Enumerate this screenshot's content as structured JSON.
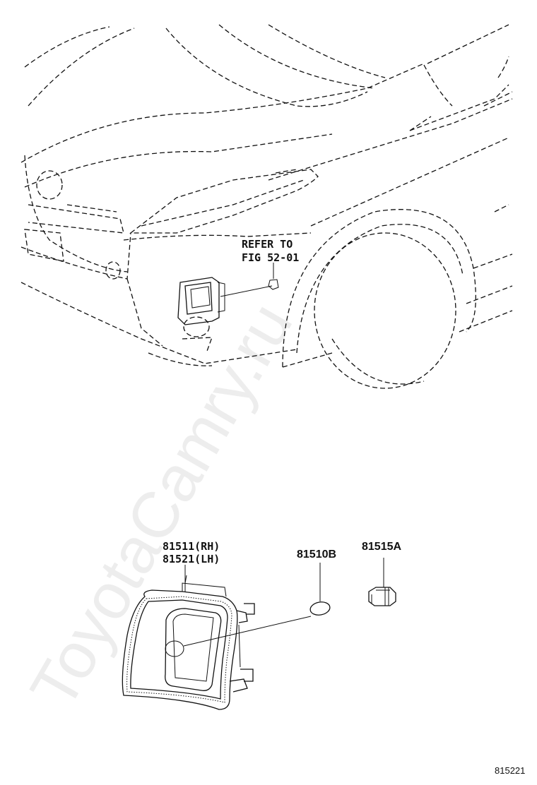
{
  "diagram": {
    "callouts": {
      "refer_line1": "REFER TO",
      "refer_line2": "FIG 52-01",
      "lamp_rh": "81511(RH)",
      "lamp_lh": "81521(LH)",
      "bulb": "81510B",
      "socket": "81515A"
    },
    "figure_id": "815221",
    "watermark": "ToyotaCamry.ru"
  }
}
